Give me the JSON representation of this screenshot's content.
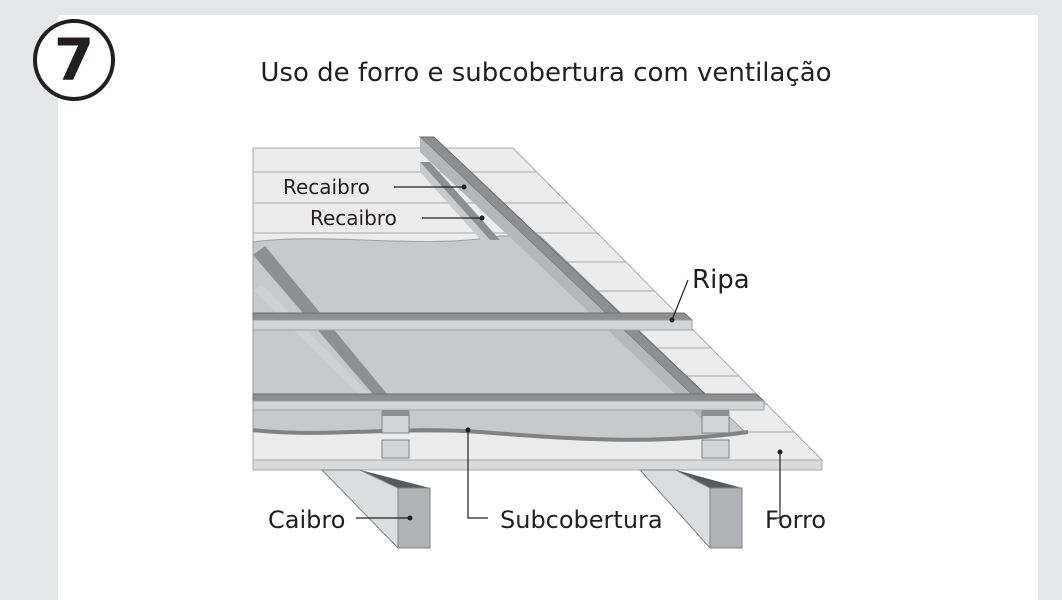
{
  "badge": {
    "number": "7"
  },
  "title": "Uso de forro e subcobertura com ventilação",
  "labels": {
    "recaibro_upper": "Recaibro",
    "recaibro_lower": "Recaibro",
    "ripa": "Ripa",
    "caibro": "Caibro",
    "subcobertura": "Subcobertura",
    "forro": "Forro"
  },
  "colors": {
    "background": "#e6e7e8",
    "panel": "#ffffff",
    "tile": "#ececed",
    "membrane": "#c8c9ca",
    "batten": "#8e8f91",
    "ink": "#231f20"
  }
}
